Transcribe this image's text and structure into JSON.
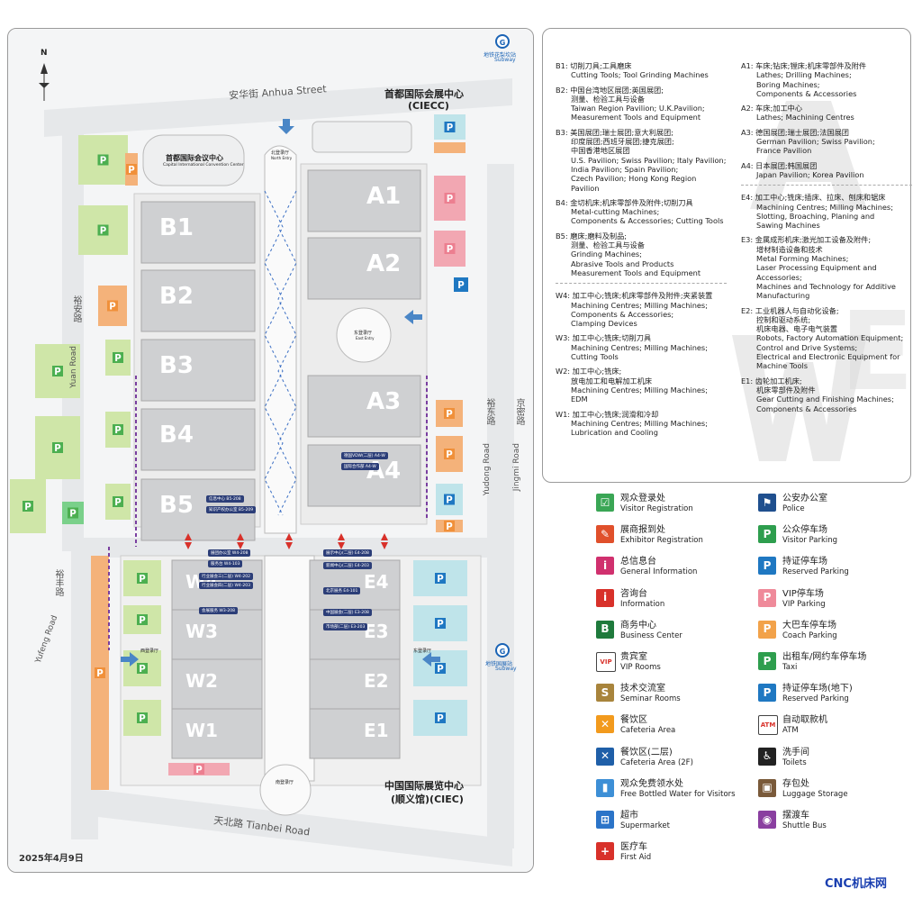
{
  "map": {
    "north_label": "N",
    "subway_top": "地铁花梨坎站",
    "subway_top_en": "Subway",
    "subway_right": "地铁国展站",
    "subway_right_en": "Subway",
    "anhua_street": "安华街 Anhua Street",
    "yuan_road_zh": "裕安路",
    "yuan_road_en": "Yuan Road",
    "yudong_zh": "裕东路",
    "yudong_en": "Yudong Road",
    "jingmi_zh": "京密路",
    "jingmi_en": "Jingmi Road",
    "yufeng_zh": "裕丰路",
    "yufeng_en": "Yufeng Road",
    "tianbei": "天北路 Tianbei Road",
    "ciecc_zh": "首都国际会展中心",
    "ciecc_en": "(CIECC)",
    "convention_zh": "首都国际会议中心",
    "convention_en": "Capital International Convention Center",
    "ciec_zh": "中国国际展览中心",
    "ciec_zh2": "(顺义馆)(CIEC)",
    "north_entry_zh": "北登录厅",
    "north_entry_en": "North Entry",
    "east_entry_zh": "东登录厅",
    "east_entry_en": "East Entry",
    "south_entry_zh": "南登录厅",
    "south_entry_en": "South Entry",
    "west_entry": "西登录厅",
    "east_entry2": "东登录厅",
    "date": "2025年4月9日",
    "halls_north": [
      "A1",
      "A2",
      "A3",
      "A4",
      "B1",
      "B2",
      "B3",
      "B4",
      "B5"
    ],
    "halls_south": [
      "W4",
      "W3",
      "W2",
      "W1",
      "E4",
      "E3",
      "E2",
      "E1"
    ],
    "parking": "P",
    "office_labels": [
      "展团办公室 W4-208",
      "服务台 W4-103",
      "行业展会三(二层) W4-202",
      "行业展会四(二层) W4-203",
      "会展服务 W3-208",
      "展示中心(二层) E4-208",
      "新闻中心(二层) E4-203",
      "北京展务 E4-101",
      "中国展会(二层) E3-208",
      "市场部(二层) E3-203",
      "信息中心 B5-208",
      "知识产权办公室 B5-209",
      "德国VDW(二层) A4-W",
      "国际合作部 A4-W"
    ]
  },
  "halls_info": {
    "left": [
      {
        "code": "B1:",
        "lines": [
          "切削刀具;工具磨床",
          "Cutting Tools; Tool Grinding Machines"
        ]
      },
      {
        "code": "B2:",
        "lines": [
          "中国台湾地区展团;英国展团;",
          "测量、检验工具与设备",
          "Taiwan Region Pavilion; U.K.Pavilion;",
          "Measurement Tools and Equipment"
        ]
      },
      {
        "code": "B3:",
        "lines": [
          "美国展团;瑞士展团;意大利展团;",
          "印度展团;西班牙展团;捷克展团;",
          "中国香港地区展团",
          "U.S. Pavilion; Swiss Pavilion; Italy Pavilion;",
          "India Pavilion; Spain Pavilion;",
          "Czech Pavilion; Hong Kong Region Pavilion"
        ]
      },
      {
        "code": "B4:",
        "lines": [
          "金切机床;机床零部件及附件;切削刀具",
          "Metal-cutting Machines;",
          "Components & Accessories; Cutting Tools"
        ]
      },
      {
        "code": "B5:",
        "lines": [
          "磨床;磨料及制品;",
          "测量、检验工具与设备",
          "Grinding Machines;",
          "Abrasive Tools and Products",
          "Measurement Tools and Equipment"
        ]
      },
      {
        "code": "W4:",
        "lines": [
          "加工中心;铣床;机床零部件及附件;夹紧装置",
          "Machining Centres; Milling Machines;",
          "Components & Accessories;",
          "Clamping Devices"
        ]
      },
      {
        "code": "W3:",
        "lines": [
          "加工中心;铣床;切削刀具",
          "Machining Centres; Milling Machines;",
          "Cutting Tools"
        ]
      },
      {
        "code": "W2:",
        "lines": [
          "加工中心;铣床;",
          "放电加工和电解加工机床",
          "Machining Centres; Milling Machines; EDM"
        ]
      },
      {
        "code": "W1:",
        "lines": [
          "加工中心;铣床;润滑和冷却",
          "Machining Centres; Milling Machines;",
          "Lubrication and Cooling"
        ]
      }
    ],
    "right": [
      {
        "code": "A1:",
        "lines": [
          "车床;钻床;镗床;机床零部件及附件",
          "Lathes; Drilling Machines;",
          "Boring Machines;",
          "Components & Accessories"
        ]
      },
      {
        "code": "A2:",
        "lines": [
          "车床;加工中心",
          "Lathes; Machining Centres"
        ]
      },
      {
        "code": "A3:",
        "lines": [
          "德国展团;瑞士展团;法国展团",
          "German Pavilion; Swiss Pavilion;",
          "France Pavilion"
        ]
      },
      {
        "code": "A4:",
        "lines": [
          "日本展团;韩国展团",
          "Japan Pavilion; Korea Pavilion"
        ]
      },
      {
        "code": "E4:",
        "lines": [
          "加工中心;铣床;插床、拉床、刨床和锯床",
          "Machining Centres; Milling Machines;",
          "Slotting, Broaching, Planing and",
          "Sawing Machines"
        ]
      },
      {
        "code": "E3:",
        "lines": [
          "金属成形机床;激光加工设备及附件;",
          "增材制造设备和技术",
          "Metal Forming Machines;",
          "Laser Processing Equipment and",
          "Accessories;",
          "Machines and Technology for Additive",
          "Manufacturing"
        ]
      },
      {
        "code": "E2:",
        "lines": [
          "工业机器人与自动化设备;",
          "控制和驱动系统;",
          "机床电器、电子电气装置",
          "Robots, Factory Automation Equipment;",
          "Control and Drive Systems;",
          "Electrical and Electronic Equipment for",
          "Machine Tools"
        ]
      },
      {
        "code": "E1:",
        "lines": [
          "齿轮加工机床;",
          "机床零部件及附件",
          "Gear Cutting and Finishing Machines;",
          "Components & Accessories"
        ]
      }
    ]
  },
  "legend": {
    "left": [
      {
        "zh": "观众登录处",
        "en": "Visitor Registration",
        "icon": "visitor-registration-icon",
        "color": "#3aa655",
        "glyph": "☑"
      },
      {
        "zh": "展商报到处",
        "en": "Exhibitor Registration",
        "icon": "exhibitor-registration-icon",
        "color": "#e0502b",
        "glyph": "✎"
      },
      {
        "zh": "总信息台",
        "en": "General Information",
        "icon": "general-information-icon",
        "color": "#d0306e",
        "glyph": "i"
      },
      {
        "zh": "咨询台",
        "en": "Information",
        "icon": "information-icon",
        "color": "#d8312a",
        "glyph": "i"
      },
      {
        "zh": "商务中心",
        "en": "Business Center",
        "icon": "business-center-icon",
        "color": "#1f7a3c",
        "glyph": "B"
      },
      {
        "zh": "贵宾室",
        "en": "VIP Rooms",
        "icon": "vip-room-icon",
        "color": "#ffffff",
        "glyph": "VIP"
      },
      {
        "zh": "技术交流室",
        "en": "Seminar Rooms",
        "icon": "seminar-room-icon",
        "color": "#a8843c",
        "glyph": "S"
      },
      {
        "zh": "餐饮区",
        "en": "Cafeteria Area",
        "icon": "cafeteria-icon",
        "color": "#f29a1d",
        "glyph": "✕"
      },
      {
        "zh": "餐饮区(二层)",
        "en": "Cafeteria Area (2F)",
        "icon": "cafeteria-2f-icon",
        "color": "#1f5fa8",
        "glyph": "✕"
      },
      {
        "zh": "观众免费领水处",
        "en": "Free Bottled Water for Visitors",
        "icon": "water-icon",
        "color": "#3d8fd6",
        "glyph": "▮"
      },
      {
        "zh": "超市",
        "en": "Supermarket",
        "icon": "supermarket-icon",
        "color": "#2b74c8",
        "glyph": "⊞"
      },
      {
        "zh": "医疗车",
        "en": "First Aid",
        "icon": "first-aid-icon",
        "color": "#d8312a",
        "glyph": "+"
      }
    ],
    "right": [
      {
        "zh": "公安办公室",
        "en": "Police",
        "icon": "police-icon",
        "color": "#1f4f8e",
        "glyph": "⚑"
      },
      {
        "zh": "公众停车场",
        "en": "Visitor Parking",
        "icon": "visitor-parking-icon",
        "color": "#2e9e4e",
        "glyph": "P"
      },
      {
        "zh": "持证停车场",
        "en": "Reserved Parking",
        "icon": "reserved-parking-icon",
        "color": "#1f78c2",
        "glyph": "P"
      },
      {
        "zh": "VIP停车场",
        "en": "VIP Parking",
        "icon": "vip-parking-icon",
        "color": "#ef8a9a",
        "glyph": "P"
      },
      {
        "zh": "大巴车停车场",
        "en": "Coach Parking",
        "icon": "coach-parking-icon",
        "color": "#f2a24a",
        "glyph": "P"
      },
      {
        "zh": "出租车/网约车停车场",
        "en": "Taxi",
        "icon": "taxi-parking-icon",
        "color": "#2e9e4e",
        "glyph": "P"
      },
      {
        "zh": "持证停车场(地下)",
        "en": "Reserved Parking",
        "icon": "underground-parking-icon",
        "color": "#1f78c2",
        "glyph": "P"
      },
      {
        "zh": "自动取款机",
        "en": "ATM",
        "icon": "atm-icon",
        "color": "#ffffff",
        "glyph": "ATM"
      },
      {
        "zh": "洗手间",
        "en": "Toilets",
        "icon": "toilet-icon",
        "color": "#222222",
        "glyph": "♿"
      },
      {
        "zh": "存包处",
        "en": "Luggage Storage",
        "icon": "luggage-icon",
        "color": "#7a5a3a",
        "glyph": "▣"
      },
      {
        "zh": "摆渡车",
        "en": "Shuttle Bus",
        "icon": "shuttle-bus-icon",
        "color": "#8a3fa0",
        "glyph": "◉"
      }
    ]
  },
  "watermark": "CNC机床网"
}
